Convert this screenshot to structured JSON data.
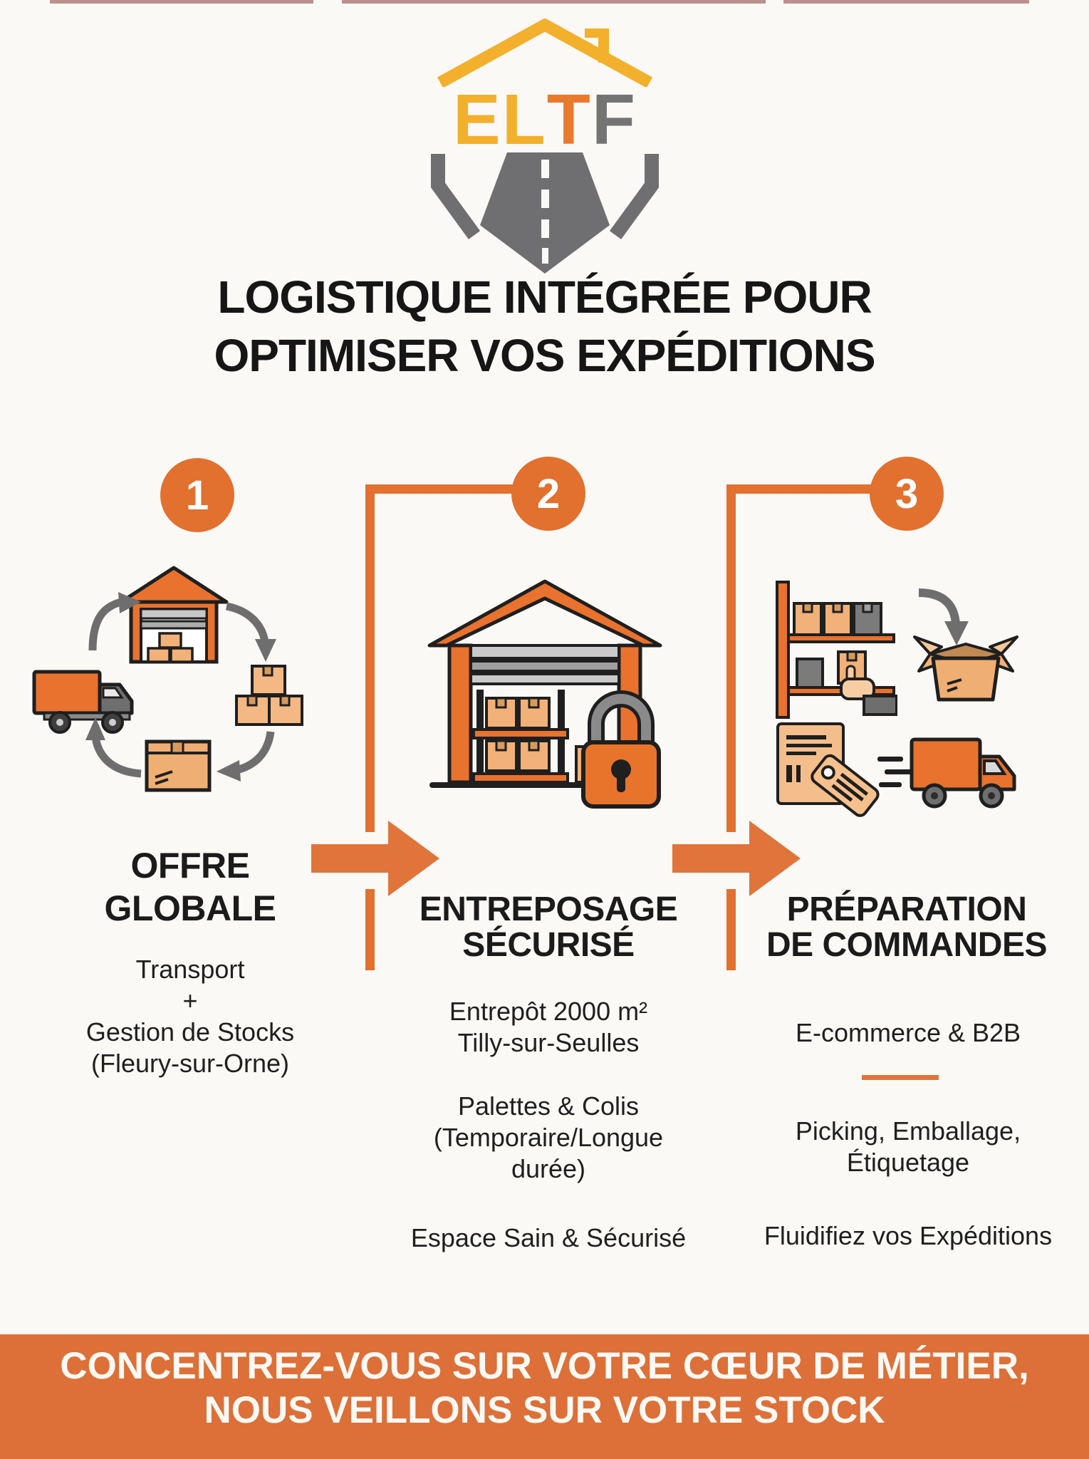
{
  "colors": {
    "accent_orange": "#E2702E",
    "arrow_orange": "#E0743A",
    "banner_background": "#DC7038",
    "logo_yellow": "#F3B02C",
    "logo_orange": "#E87A2E",
    "logo_gray": "#747474",
    "icon_outline": "#1F1F1F",
    "icon_box_tan": "#F2B178",
    "icon_gray": "#6E6E6F",
    "background": "#FAF9F6",
    "title_text": "#161616",
    "banner_text": "#FCF9F4"
  },
  "logo": {
    "letters_yellow": "EL",
    "letter_orange": "T",
    "letter_gray": "F",
    "icons": [
      "house-roof-icon",
      "road-icon"
    ]
  },
  "header": {
    "title": "LOGISTIQUE INTÉGRÉE POUR\nOPTIMISER VOS EXPÉDITIONS"
  },
  "steps": [
    {
      "number": "1",
      "title": "OFFRE\nGLOBALE",
      "body": "Transport\n+\nGestion de Stocks\n(Fleury-sur-Orne)",
      "icon": "supply-cycle-icon"
    },
    {
      "number": "2",
      "title": "ENTREPOSAGE\nSÉCURISÉ",
      "body1": "Entrepôt 2000 m²\nTilly-sur-Seulles",
      "body2": "Palettes & Colis\n(Temporaire/Longue\ndurée)",
      "body3": "Espace Sain & Sécurisé",
      "icon": "secured-warehouse-icon"
    },
    {
      "number": "3",
      "title": "PRÉPARATION\nDE COMMANDES",
      "body1": "E-commerce & B2B",
      "body2": "Picking, Emballage,\nÉtiquetage",
      "body3": "Fluidifiez vos Expéditions",
      "icons": [
        "rack-picking-icon",
        "inbound-open-box-icon",
        "labels-tags-icon",
        "delivery-truck-icon"
      ]
    }
  ],
  "banner": {
    "text": "CONCENTREZ-VOUS SUR VOTRE CŒUR DE MÉTIER,\nNOUS VEILLONS SUR VOTRE STOCK"
  }
}
